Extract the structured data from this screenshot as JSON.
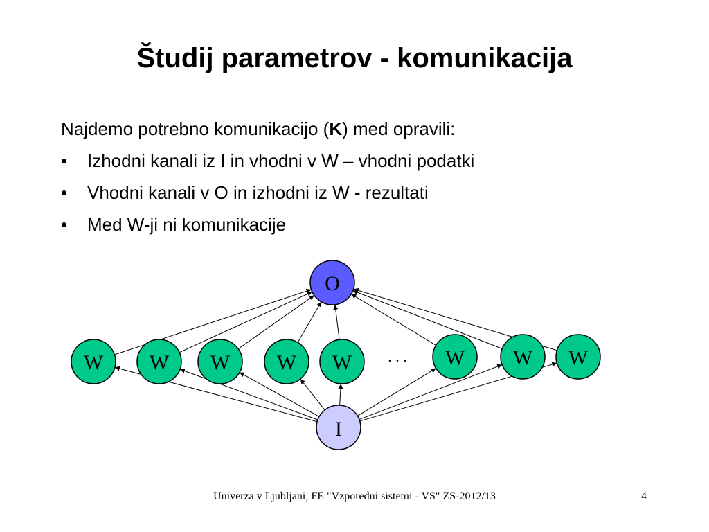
{
  "slide": {
    "title": "Študij parametrov - komunikacija",
    "intro_pre": "Najdemo potrebno komunikacijo (",
    "intro_bold": "K",
    "intro_post": ") med opravili:",
    "bullet_glyph": "•",
    "bullets": [
      "Izhodni kanali iz I in vhodni v W – vhodni podatki",
      "Vhodni kanali v O in izhodni iz W - rezultati",
      "Med W-ji ni komunikacije"
    ]
  },
  "diagram": {
    "output_node": "O",
    "input_node": "I",
    "worker_labels": [
      "W",
      "W",
      "W",
      "W",
      "W",
      "W",
      "W",
      "W"
    ],
    "ellipsis": ". . .",
    "colors": {
      "output_fill": "#5B5BFF",
      "input_fill": "#CCCCFF",
      "worker_fill": "#00C98C",
      "stroke": "#000000"
    }
  },
  "footer": {
    "text": "Univerza v Ljubljani, FE  \"Vzporedni sistemi - VS\"  ZS-2012/13",
    "page_number": "4"
  }
}
